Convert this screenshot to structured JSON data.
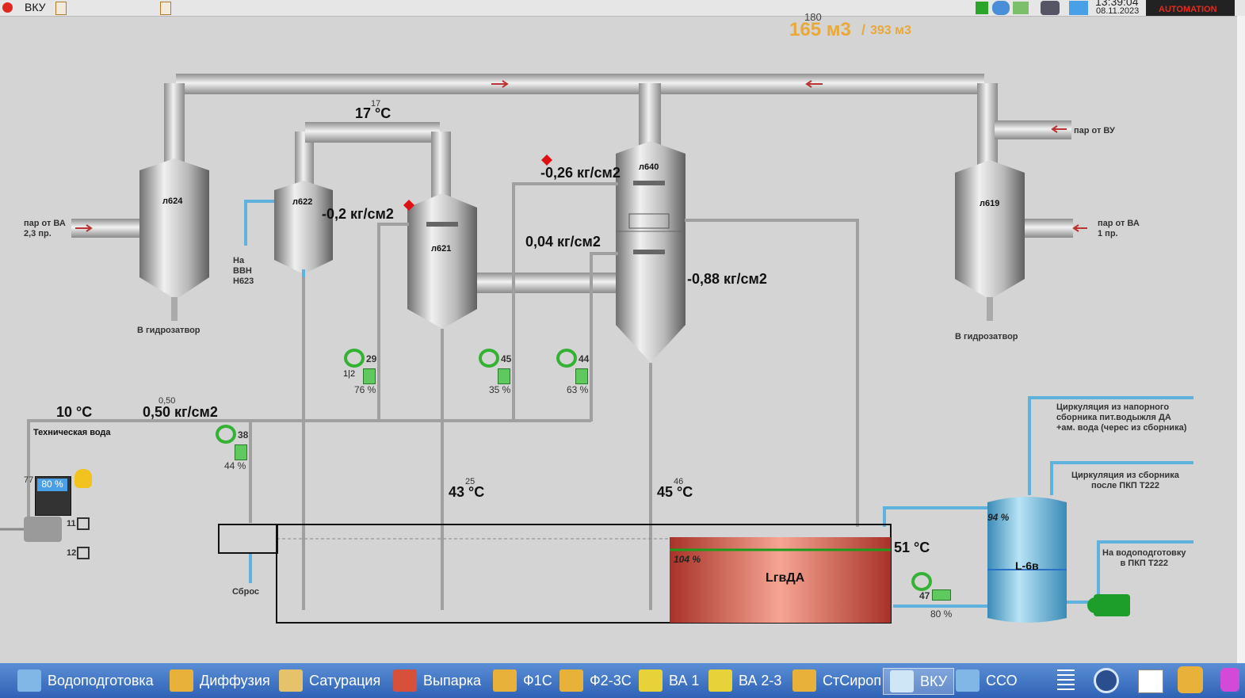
{
  "window": {
    "title": "ВКУ",
    "time": "13:39:04",
    "date": "08.11.2023",
    "brand": "AUTOMATION"
  },
  "volume": {
    "small": "180",
    "main": "165 м3",
    "sep": "/",
    "total": "393 м3"
  },
  "vessels": {
    "l624": "л624",
    "l622": "л622",
    "l621": "л621",
    "l640": "л640",
    "l619": "л619",
    "tank": "LгвДА",
    "tank_right": "L-6в"
  },
  "labels": {
    "steam_va23": "пар от ВА\n2,3 пр.",
    "steam_vu": "пар от ВУ",
    "steam_va1": "пар от ВА\n1 пр.",
    "hydro_left": "В гидрозатвор",
    "hydro_right": "В гидрозатвор",
    "vvn": "На\nВВН\nН623",
    "tech_water": "Техническая вода",
    "sbros": "Сброс",
    "circ1": "Циркуляция из напорного\nсборника пит.водыжля ДА\n+ам. вода (черес из сборника)",
    "circ2": "Циркуляция из сборника\nпосле ПКП Т222",
    "to_water": "На водоподготовку\nв ПКП Т222"
  },
  "readings": {
    "temp_top_small": "17",
    "temp_top": "17 °С",
    "press_l621": "-0,2 кг/см2",
    "press_l640_top": "-0,26 кг/см2",
    "press_mid": "0,04 кг/см2",
    "press_l640_side": "-0,88 кг/см2",
    "temp_water": "10 °С",
    "press_water_small": "0,50",
    "press_water": "0,50 кг/см2",
    "temp_43_small": "25",
    "temp_43": "43 °С",
    "temp_45_small": "46",
    "temp_45": "45 °С",
    "temp_51": "51 °С",
    "tank_level": "104 %",
    "tank_right_level": "94 %",
    "pump_level": "80 %"
  },
  "valves": [
    {
      "id": "29",
      "pct": "76 %",
      "pre": "1|2"
    },
    {
      "id": "45",
      "pct": "35 %",
      "pre": ""
    },
    {
      "id": "44",
      "pct": "63 %",
      "pre": ""
    },
    {
      "id": "38",
      "pct": "44 %",
      "pre": ""
    },
    {
      "id": "47",
      "pct": "80 %",
      "pre": ""
    }
  ],
  "motor": {
    "num77": "77",
    "num11": "11",
    "num12": "12"
  },
  "taskbar": [
    {
      "label": "Водоподготовка"
    },
    {
      "label": "Диффузия"
    },
    {
      "label": "Сатурация"
    },
    {
      "label": "Выпарка"
    },
    {
      "label": "Ф1С"
    },
    {
      "label": "Ф2-3С"
    },
    {
      "label": "ВА 1"
    },
    {
      "label": "ВА 2-3"
    },
    {
      "label": "СтСироп"
    },
    {
      "label": "ВКУ"
    },
    {
      "label": "ССО"
    }
  ],
  "colors": {
    "pipe": "#b8b8b8",
    "water": "#5fb2dc",
    "valve": "#33b233",
    "tank": "#d9463a",
    "tank_right": "#5ab4d8",
    "accent": "#e8a83a"
  }
}
